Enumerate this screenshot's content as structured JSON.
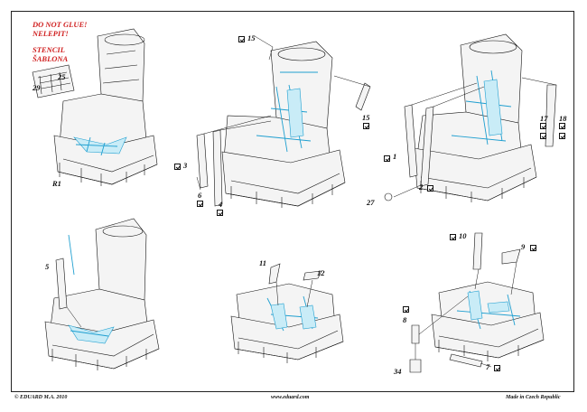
{
  "warning": {
    "line1": "DO NOT GLUE!",
    "line2": "NELEPIT!",
    "line3": "STENCIL",
    "line4": "ŠABLONA"
  },
  "footer": {
    "left": "© EDUARD  M.A. 2010",
    "center": "www.eduard.com",
    "right": "Made in Czech Republic"
  },
  "parts": {
    "p1": "1",
    "p2": "2",
    "p3": "3",
    "p4": "4",
    "p5": "5",
    "p6": "6",
    "p7": "7",
    "p8": "8",
    "p9": "9",
    "p10": "10",
    "p11": "11",
    "p12": "12",
    "p15a": "15",
    "p15b": "15",
    "p17": "17",
    "p18": "18",
    "p25": "25",
    "p27": "27",
    "p29": "29",
    "p34": "34",
    "r1": "R1"
  },
  "colors": {
    "etch": "#1f9fd0",
    "etch_fill": "#c9ecf7",
    "warning": "#d02020",
    "line": "#111111"
  }
}
